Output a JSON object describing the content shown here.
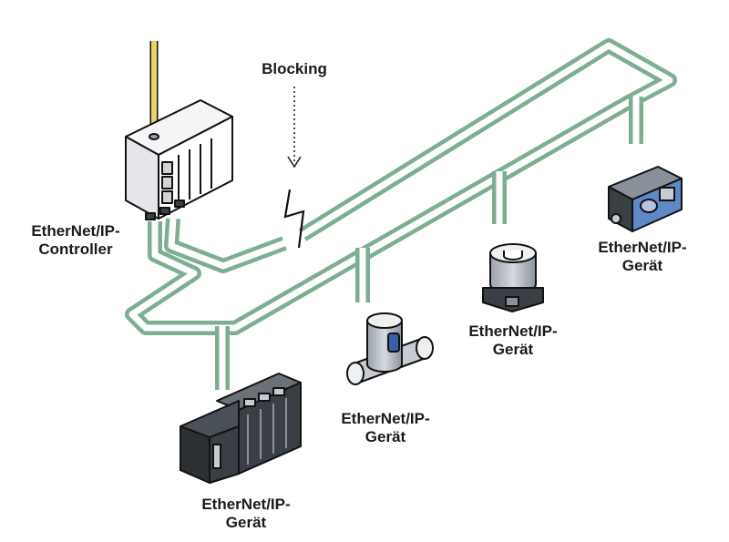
{
  "blocking_label": "Blocking",
  "controller": {
    "line1": "EtherNet/IP-",
    "line2": "Controller"
  },
  "devices": [
    {
      "id": "plc",
      "line1": "EtherNet/IP-",
      "line2": "Gerät"
    },
    {
      "id": "valve",
      "line1": "EtherNet/IP-",
      "line2": "Gerät"
    },
    {
      "id": "actuator",
      "line1": "EtherNet/IP-",
      "line2": "Gerät"
    },
    {
      "id": "positioner",
      "line1": "EtherNet/IP-",
      "line2": "Gerät"
    }
  ],
  "colors": {
    "network": "#7eae92",
    "network_fill": "#ffffff",
    "antenna": "#e8d26a",
    "device_dark": "#3a3f45",
    "device_mid": "#8a9099",
    "device_light": "#c7ccd3",
    "device_blue": "#3b5ea8",
    "outline": "#111111"
  }
}
